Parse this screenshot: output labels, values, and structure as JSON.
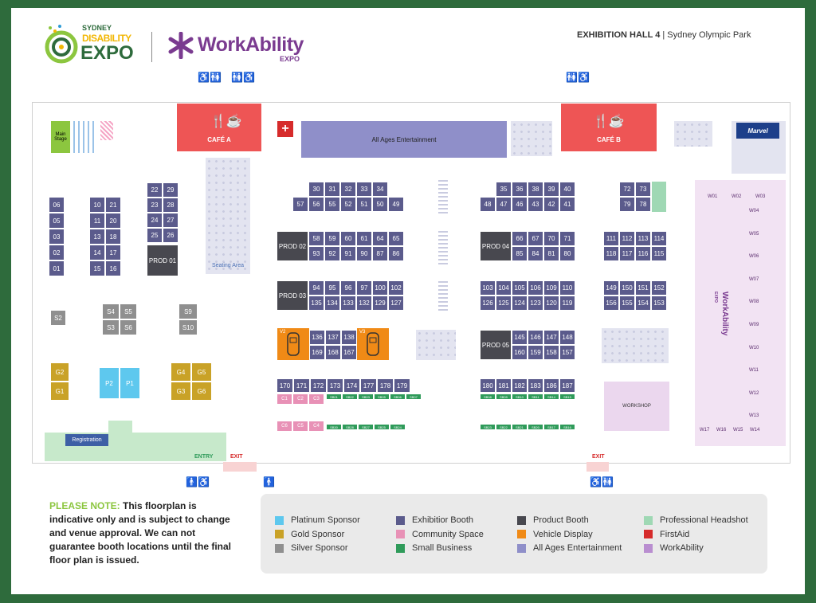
{
  "header": {
    "logo_sydney": "SYDNEY",
    "logo_disability": "DISABILITY",
    "logo_expo": "EXPO",
    "logo_workability": "WorkAbility",
    "logo_workability_expo": "EXPO",
    "hall_name": "EXHIBITION HALL 4",
    "hall_separator": "|",
    "venue": "Sydney Olympic Park"
  },
  "zones": {
    "main_stage": "Main Stage",
    "cafe_a": "CAFÉ A",
    "cafe_b": "CAFÉ B",
    "all_ages": "All Ages Entertainment",
    "seating_area": "Seating Area",
    "marvel": "Marvel",
    "workshop": "WORKSHOP",
    "registration": "Registration",
    "entry": "ENTRY",
    "exit_1": "EXIT",
    "exit_2": "EXIT",
    "workability_brand": "WorkAbility",
    "workability_brand_sub": "EXPO",
    "vehicle_v2": "V2",
    "vehicle_v3": "V3"
  },
  "booths": {
    "left_col_a": [
      "06",
      "05",
      "03",
      "02",
      "01"
    ],
    "left_col_b1": [
      "10",
      "11",
      "13",
      "14",
      "15"
    ],
    "left_col_b2": [
      "21",
      "20",
      "18",
      "17",
      "16"
    ],
    "left_col_c1": [
      "22",
      "23",
      "24",
      "25"
    ],
    "left_col_c2": [
      "29",
      "28",
      "27",
      "26"
    ],
    "prod01": "PROD 01",
    "row_30_34": [
      "30",
      "31",
      "32",
      "33",
      "34"
    ],
    "row_57_49": [
      "57",
      "56",
      "55",
      "52",
      "51",
      "50",
      "49"
    ],
    "prod02": "PROD 02",
    "row_58_65": [
      "58",
      "59",
      "60",
      "61",
      "64",
      "65"
    ],
    "row_93_86": [
      "93",
      "92",
      "91",
      "90",
      "87",
      "86"
    ],
    "prod03": "PROD 03",
    "row_94_102": [
      "94",
      "95",
      "96",
      "97",
      "100",
      "102"
    ],
    "row_135_127": [
      "135",
      "134",
      "133",
      "132",
      "129",
      "127"
    ],
    "row_136_138": [
      "136",
      "137",
      "138"
    ],
    "row_169_167": [
      "169",
      "168",
      "167"
    ],
    "row_170_179": [
      "170",
      "171",
      "172",
      "173",
      "174",
      "177",
      "178",
      "179"
    ],
    "sb_row_1": [
      "SB01",
      "SB02",
      "SB03",
      "SB05",
      "SB06",
      "SB07"
    ],
    "sb_row_2": [
      "SB30",
      "SB28",
      "SB27",
      "SB25",
      "SB24"
    ],
    "comm_row_1": [
      "C1",
      "C2",
      "C3"
    ],
    "comm_row_2": [
      "C6",
      "C5",
      "C4"
    ],
    "row_35_40": [
      "35",
      "36",
      "38",
      "39",
      "40"
    ],
    "row_48_41": [
      "48",
      "47",
      "46",
      "43",
      "42",
      "41"
    ],
    "prod04": "PROD 04",
    "row_66_71": [
      "66",
      "67",
      "70",
      "71"
    ],
    "row_85_80": [
      "85",
      "84",
      "81",
      "80"
    ],
    "row_103_110": [
      "103",
      "104",
      "105",
      "106",
      "109",
      "110"
    ],
    "row_126_119": [
      "126",
      "125",
      "124",
      "123",
      "120",
      "119"
    ],
    "prod05": "PROD 05",
    "row_145_148": [
      "145",
      "146",
      "147",
      "148"
    ],
    "row_160_157": [
      "160",
      "159",
      "158",
      "157"
    ],
    "row_180_187": [
      "180",
      "181",
      "182",
      "183",
      "186",
      "187"
    ],
    "sb_row_3": [
      "SB08",
      "SB09",
      "SB10",
      "SB11",
      "SB14",
      "SB15"
    ],
    "sb_row_4": [
      "SB23",
      "SB22",
      "SB21",
      "SB20",
      "SB17",
      "SB16"
    ],
    "row_72_73": [
      "72",
      "73"
    ],
    "row_79_78": [
      "79",
      "78"
    ],
    "row_111_114": [
      "111",
      "112",
      "113",
      "114"
    ],
    "row_118_115": [
      "118",
      "117",
      "116",
      "115"
    ],
    "row_149_152": [
      "149",
      "150",
      "151",
      "152"
    ],
    "row_156_153": [
      "156",
      "155",
      "154",
      "153"
    ],
    "silver": [
      "S2",
      "S4",
      "S5",
      "S3",
      "S6",
      "S9",
      "S10"
    ],
    "gold": [
      "G2",
      "G1",
      "G4",
      "G5",
      "G3",
      "G6"
    ],
    "platinum": [
      "P2",
      "P1"
    ],
    "workability_top": [
      "W01",
      "W02",
      "W03"
    ],
    "workability_right": [
      "W04",
      "W05",
      "W06",
      "W07",
      "W08",
      "W09",
      "W10",
      "W11",
      "W12",
      "W13"
    ],
    "workability_bottom": [
      "W17",
      "W16",
      "W15",
      "W14"
    ]
  },
  "note": {
    "lead": "PLEASE NOTE:",
    "text": " This floorplan is indicative only and is subject to change and venue approval. We can not guarantee booth locations until the final floor plan is issued."
  },
  "legend": [
    {
      "label": "Platinum Sponsor",
      "color": "#5ec8ee"
    },
    {
      "label": "Gold Sponsor",
      "color": "#c9a227"
    },
    {
      "label": "Silver Sponsor",
      "color": "#8f8f8f"
    },
    {
      "label": "Exhibitior Booth",
      "color": "#5b5b8c"
    },
    {
      "label": "Community Space",
      "color": "#e891b6"
    },
    {
      "label": "Small Business",
      "color": "#2f9b5a"
    },
    {
      "label": "Product Booth",
      "color": "#48484f"
    },
    {
      "label": "Vehicle Display",
      "color": "#f08a16"
    },
    {
      "label": "All Ages Entertainment",
      "color": "#8f8fc9"
    },
    {
      "label": "Professional Headshot",
      "color": "#9fd8b4"
    },
    {
      "label": "FirstAid",
      "color": "#d62b2b"
    },
    {
      "label": "WorkAbility",
      "color": "#b98ed0"
    }
  ],
  "colors": {
    "frame": "#2e6b3c",
    "exhibitor": "#5b5b8c",
    "cafe": "#ee5555",
    "all_ages": "#8f8fc9",
    "workability": "#f2e3f3",
    "workability_accent": "#7a3b90",
    "note_lead": "#8cc63f"
  }
}
